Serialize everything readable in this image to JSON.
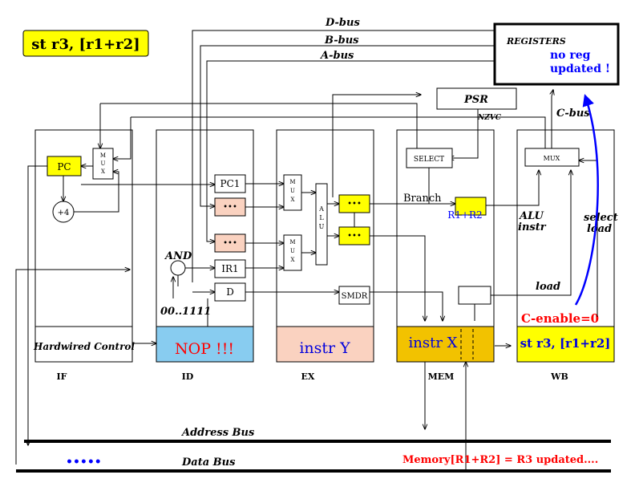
{
  "title": "st r3, [r1+r2]",
  "buses": {
    "d": "D-bus",
    "b": "B-bus",
    "a": "A-bus",
    "c": "C-bus"
  },
  "registers": {
    "label": "REGISTERS",
    "note_line1": "no reg",
    "note_line2": "updated !"
  },
  "psr": {
    "label": "PSR",
    "flags": "NZVC"
  },
  "if_stage": {
    "pc": "PC",
    "mux": "MUX",
    "increment": "+4",
    "control": "Hardwired Control"
  },
  "id_stage": {
    "pc1": "PC1",
    "dots_a": "•••",
    "dots_b": "•••",
    "and": "AND",
    "ir1": "IR1",
    "d": "D",
    "constant": "00..1111",
    "instr": "NOP !!!"
  },
  "ex_stage": {
    "mux_top": "MUX",
    "mux_bottom": "MUX",
    "alu": "ALU",
    "dots_a": "•••",
    "dots_b": "•••",
    "smdr": "SMDR",
    "instr": "instr Y"
  },
  "mem_stage": {
    "select": "SELECT",
    "branch": "Branch",
    "sum": "R1+R2",
    "instr": "instr X"
  },
  "wb_stage": {
    "mux": "MUX",
    "alu_instr_1": "ALU",
    "alu_instr_2": "instr",
    "select_load_1": "select",
    "select_load_2": "load",
    "load": "load",
    "c_enable": "C-enable=0",
    "instr": "st r3, [r1+r2]"
  },
  "stage_labels": [
    "IF",
    "ID",
    "EX",
    "MEM",
    "WB"
  ],
  "address_bus": "Address Bus",
  "data_bus": "Data Bus",
  "data_bus_dots": "•••••",
  "memory_update": "Memory[R1+R2] = R3 updated...."
}
